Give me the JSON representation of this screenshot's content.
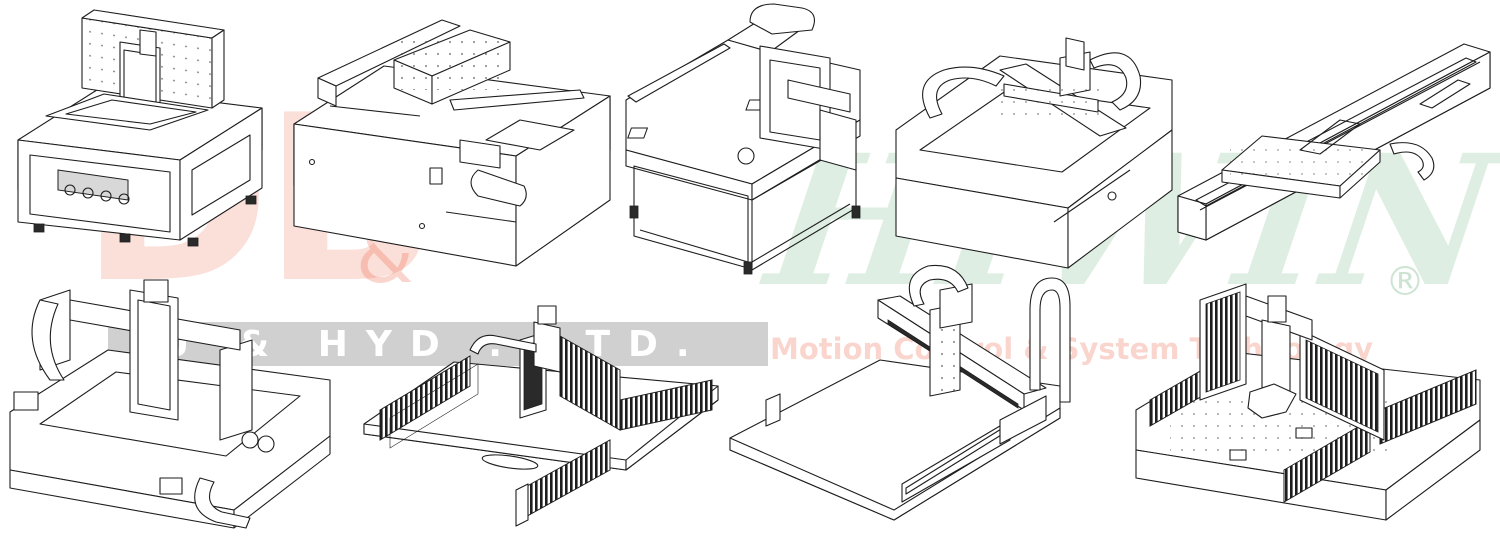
{
  "watermark": {
    "left_logo": "DB",
    "left_ampersand": "&",
    "company": "U & HYD        . LTD.",
    "brand": "HIWIN",
    "registered": "®",
    "slogan": "Motion Control & System Technology",
    "colors": {
      "red": "#e8431f",
      "green": "#1f8a3c",
      "band": "#c8c8c8",
      "slogan": "#e8431f"
    }
  },
  "machines": [
    {
      "id": "gantry-frame-stage",
      "row": 1,
      "col": 1
    },
    {
      "id": "xy-table-base",
      "row": 1,
      "col": 2
    },
    {
      "id": "open-frame-gantry-table",
      "row": 1,
      "col": 3
    },
    {
      "id": "tray-gantry-cable-chain",
      "row": 1,
      "col": 4
    },
    {
      "id": "long-linear-stage",
      "row": 1,
      "col": 5
    },
    {
      "id": "z-axis-gantry-cable-chain",
      "row": 2,
      "col": 1
    },
    {
      "id": "linear-motor-gantry",
      "row": 2,
      "col": 2
    },
    {
      "id": "single-bridge-gantry",
      "row": 2,
      "col": 3
    },
    {
      "id": "heatsink-gantry-platform",
      "row": 2,
      "col": 4
    }
  ]
}
